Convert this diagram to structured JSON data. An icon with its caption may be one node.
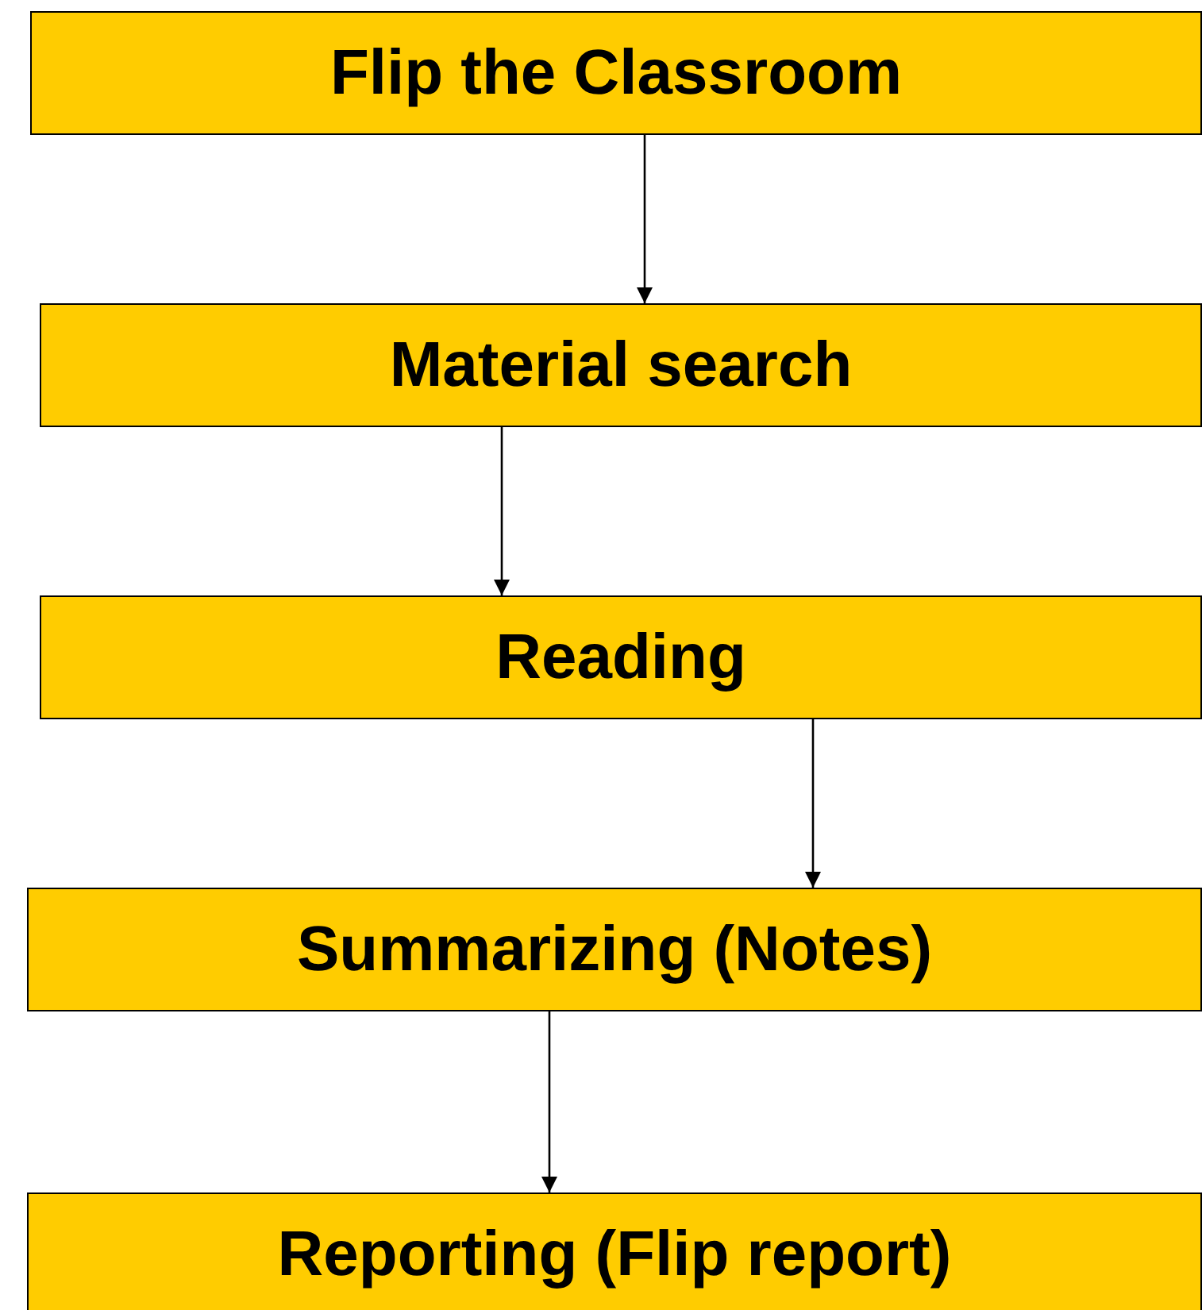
{
  "diagram": {
    "nodes": [
      {
        "text": [
          "Flip the Classroom"
        ]
      },
      {
        "text": [
          "Material search"
        ]
      },
      {
        "text": [
          "Reading"
        ]
      },
      {
        "text": [
          "Summarizing (Notes)"
        ]
      },
      {
        "text": [
          "Reporting (Flip report)"
        ]
      }
    ],
    "edges": [
      {
        "from": 0,
        "to": 1,
        "arrow": "to"
      },
      {
        "from": 1,
        "to": 2,
        "arrow": "to"
      },
      {
        "from": 2,
        "to": 3,
        "arrow": "to"
      },
      {
        "from": 3,
        "to": 4,
        "arrow": "to"
      }
    ]
  }
}
